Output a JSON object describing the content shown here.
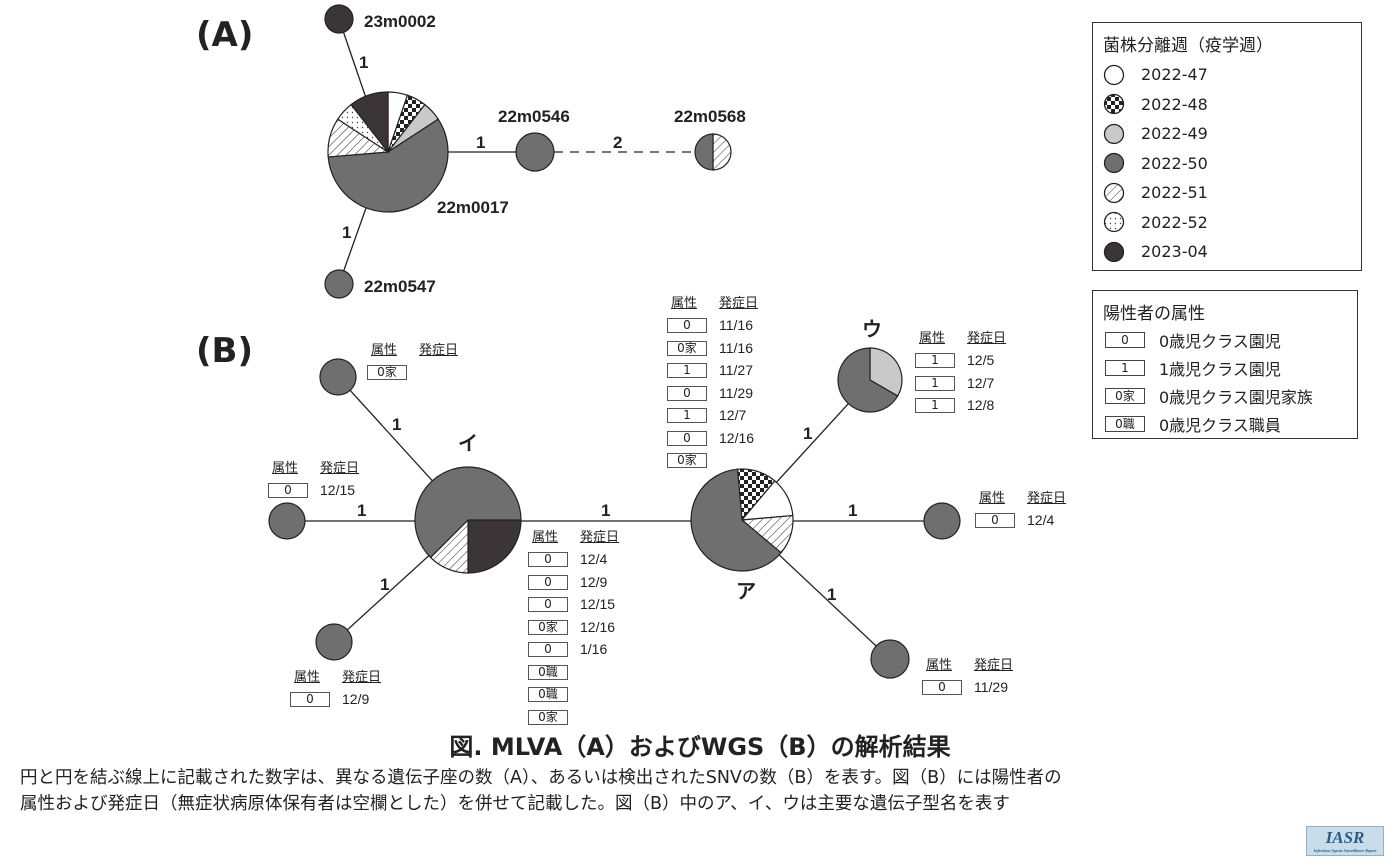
{
  "panel_a": {
    "label": "(A)",
    "nodes": {
      "n23m0002": {
        "name": "23m0002",
        "slices": [
          {
            "cat": "w2304",
            "count": 1
          }
        ]
      },
      "n22m0017": {
        "name": "22m0017",
        "slices": [
          {
            "cat": "w2247",
            "count": 1
          },
          {
            "cat": "w2248",
            "count": 1
          },
          {
            "cat": "w2249",
            "count": 1
          },
          {
            "cat": "w2250",
            "count": 11
          },
          {
            "cat": "w2251",
            "count": 2
          },
          {
            "cat": "w2252",
            "count": 1
          },
          {
            "cat": "w2304",
            "count": 2
          }
        ]
      },
      "n22m0546": {
        "name": "22m0546",
        "slices": [
          {
            "cat": "w2250",
            "count": 1
          }
        ]
      },
      "n22m0568": {
        "name": "22m0568",
        "slices": [
          {
            "cat": "w2251",
            "count": 1
          },
          {
            "cat": "w2250",
            "count": 1
          }
        ]
      },
      "n22m0547": {
        "name": "22m0547",
        "slices": [
          {
            "cat": "w2250",
            "count": 1
          }
        ]
      }
    },
    "edges": [
      {
        "from": "22m0017",
        "to": "23m0002",
        "label": "1"
      },
      {
        "from": "22m0017",
        "to": "22m0546",
        "label": "1"
      },
      {
        "from": "22m0546",
        "to": "22m0568",
        "label": "2"
      },
      {
        "from": "22m0017",
        "to": "22m0547",
        "label": "1"
      }
    ]
  },
  "panel_b": {
    "label": "(B)",
    "col_attr": "属性",
    "col_date": "発症日",
    "nodes": {
      "i": {
        "name": "イ",
        "slices": [
          {
            "cat": "w2304",
            "count": 2
          },
          {
            "cat": "w2251",
            "count": 1
          },
          {
            "cat": "w2250",
            "count": 5
          }
        ],
        "rows": [
          {
            "attr": "0",
            "date": "12/4"
          },
          {
            "attr": "0",
            "date": "12/9"
          },
          {
            "attr": "0",
            "date": "12/15"
          },
          {
            "attr": "0家",
            "date": "12/16"
          },
          {
            "attr": "0",
            "date": "1/16"
          },
          {
            "attr": "0職",
            "date": ""
          },
          {
            "attr": "0職",
            "date": ""
          },
          {
            "attr": "0家",
            "date": ""
          }
        ]
      },
      "a": {
        "name": "ア",
        "slices": [
          {
            "cat": "w2248",
            "count": 1
          },
          {
            "cat": "w2247",
            "count": 1
          },
          {
            "cat": "w2251",
            "count": 1
          },
          {
            "cat": "w2250",
            "count": 5
          }
        ],
        "rows": [
          {
            "attr": "0",
            "date": "11/16"
          },
          {
            "attr": "0家",
            "date": "11/16"
          },
          {
            "attr": "1",
            "date": "11/27"
          },
          {
            "attr": "0",
            "date": "11/29"
          },
          {
            "attr": "1",
            "date": "12/7"
          },
          {
            "attr": "0",
            "date": "12/16"
          },
          {
            "attr": "0家",
            "date": ""
          }
        ]
      },
      "u": {
        "name": "ウ",
        "slices": [
          {
            "cat": "w2249",
            "count": 1
          },
          {
            "cat": "w2250",
            "count": 2
          }
        ],
        "rows": [
          {
            "attr": "1",
            "date": "12/5"
          },
          {
            "attr": "1",
            "date": "12/7"
          },
          {
            "attr": "1",
            "date": "12/8"
          }
        ]
      },
      "tl": {
        "slices": [
          {
            "cat": "w2250",
            "count": 1
          }
        ],
        "rows": [
          {
            "attr": "0家",
            "date": ""
          }
        ]
      },
      "l": {
        "slices": [
          {
            "cat": "w2250",
            "count": 1
          }
        ],
        "rows": [
          {
            "attr": "0",
            "date": "12/15"
          }
        ]
      },
      "bl": {
        "slices": [
          {
            "cat": "w2250",
            "count": 1
          }
        ],
        "rows": [
          {
            "attr": "0",
            "date": "12/9"
          }
        ]
      },
      "r": {
        "slices": [
          {
            "cat": "w2250",
            "count": 1
          }
        ],
        "rows": [
          {
            "attr": "0",
            "date": "12/4"
          }
        ]
      },
      "br": {
        "slices": [
          {
            "cat": "w2250",
            "count": 1
          }
        ],
        "rows": [
          {
            "attr": "0",
            "date": "11/29"
          }
        ]
      }
    },
    "edges": [
      {
        "from": "イ",
        "to": "tl",
        "label": "1"
      },
      {
        "from": "イ",
        "to": "l",
        "label": "1"
      },
      {
        "from": "イ",
        "to": "bl",
        "label": "1"
      },
      {
        "from": "イ",
        "to": "ア",
        "label": "1"
      },
      {
        "from": "ア",
        "to": "ウ",
        "label": "1"
      },
      {
        "from": "ア",
        "to": "r",
        "label": "1"
      },
      {
        "from": "ア",
        "to": "br",
        "label": "1"
      }
    ]
  },
  "legend_week": {
    "title": "菌株分離週（疫学週）",
    "items": [
      {
        "cat": "w2247",
        "label": "2022-47"
      },
      {
        "cat": "w2248",
        "label": "2022-48"
      },
      {
        "cat": "w2249",
        "label": "2022-49"
      },
      {
        "cat": "w2250",
        "label": "2022-50"
      },
      {
        "cat": "w2251",
        "label": "2022-51"
      },
      {
        "cat": "w2252",
        "label": "2022-52"
      },
      {
        "cat": "w2304",
        "label": "2023-04"
      }
    ]
  },
  "legend_attr": {
    "title": "陽性者の属性",
    "items": [
      {
        "code": "0",
        "label": "0歳児クラス園児"
      },
      {
        "code": "1",
        "label": "1歳児クラス園児"
      },
      {
        "code": "0家",
        "label": "0歳児クラス園児家族"
      },
      {
        "code": "0職",
        "label": "0歳児クラス職員"
      }
    ]
  },
  "colors": {
    "w2250": "#6f6f6f",
    "w2249": "#c9c9c9",
    "w2304": "#3b3537",
    "w2247": "#ffffff"
  },
  "caption": {
    "title": "図. MLVA（A）およびWGS（B）の解析結果",
    "line1": "円と円を結ぶ線上に記載された数字は、異なる遺伝子座の数（A）、あるいは検出されたSNVの数（B）を表す。図（B）には陽性者の",
    "line2": "属性および発症日（無症状病原体保有者は空欄とした）を併せて記載した。図（B）中のア、イ、ウは主要な遺伝子型名を表す"
  },
  "logo": {
    "text": "IASR"
  }
}
